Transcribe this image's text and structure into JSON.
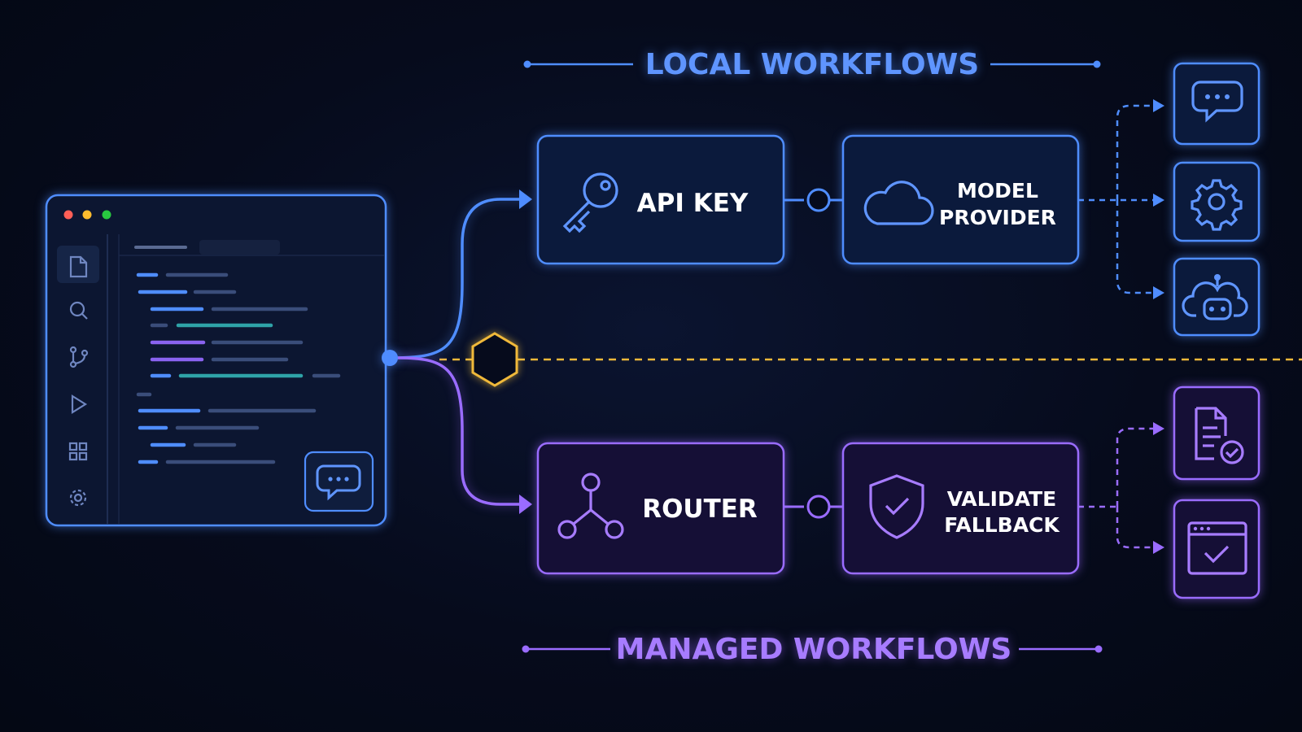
{
  "sections": {
    "local_title": "LOCAL WORKFLOWS",
    "managed_title": "MANAGED WORKFLOWS"
  },
  "local_flow": {
    "step1": {
      "label": "API KEY",
      "icon": "key-icon"
    },
    "step2": {
      "label_line1": "MODEL",
      "label_line2": "PROVIDER",
      "icon": "cloud-icon"
    },
    "outputs": [
      "chat-bubble-icon",
      "gear-icon",
      "cloud-bot-icon"
    ]
  },
  "managed_flow": {
    "step1": {
      "label": "ROUTER",
      "icon": "network-node-icon"
    },
    "step2": {
      "label_line1": "VALIDATE",
      "label_line2": "FALLBACK",
      "icon": "shield-check-icon"
    },
    "outputs": [
      "document-check-icon",
      "browser-check-icon"
    ]
  },
  "editor": {
    "window_controls": [
      "close",
      "minimize",
      "maximize"
    ],
    "sidebar_icons": [
      "file-icon",
      "search-icon",
      "branch-icon",
      "run-icon",
      "extensions-icon",
      "settings-icon"
    ],
    "chat_button_icon": "chat-bubble-icon"
  },
  "colors": {
    "local": "#4f8dff",
    "managed": "#9a6cff",
    "divider": "#f0b93a",
    "background": "#060b1c"
  }
}
